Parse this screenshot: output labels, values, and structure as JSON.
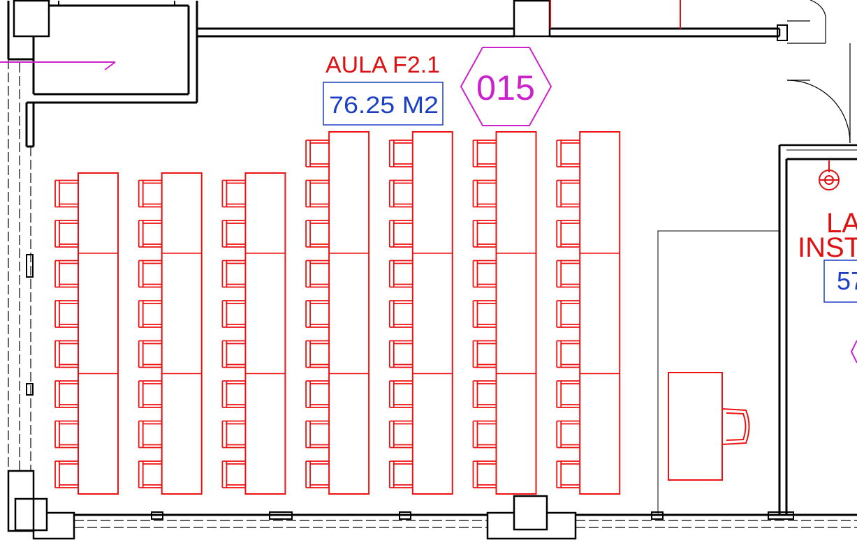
{
  "room": {
    "name": "AULA F2.1",
    "area": "76.25 M2",
    "number": "015"
  },
  "adjacent_room": {
    "name_line1": "LAB",
    "name_line2": "INSTR",
    "area_partial": "57"
  },
  "seating": {
    "rows_per_column": [
      8,
      8,
      8,
      9,
      9,
      9,
      9
    ],
    "desk_segments_per_column": 3
  },
  "colors": {
    "walls": "#000000",
    "furniture": "#ee1111",
    "room_label": "#dd1111",
    "area_box": "#1a3fc4",
    "room_number": "#cc22cc",
    "marker_arrow": "#cc22cc"
  }
}
